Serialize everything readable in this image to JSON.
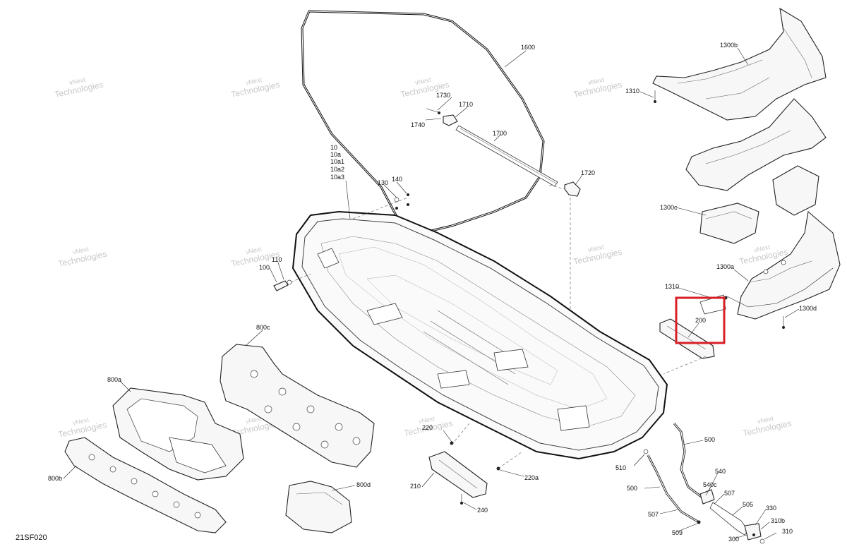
{
  "diagram": {
    "code": "21SF020",
    "watermark": {
      "line1": "vNext",
      "line2": "Technologies"
    },
    "highlight_color": "#d81f26",
    "labels": {
      "l1600": "1600",
      "l1730": "1730",
      "l1710": "1710",
      "l1740": "1740",
      "l1700": "1700",
      "l1720": "1720",
      "l10": "10",
      "l10a": "10a",
      "l10a1": "10a1",
      "l10a2": "10a2",
      "l10a3": "10a3",
      "l130": "130",
      "l140": "140",
      "l110": "110",
      "l100": "100",
      "l1300b": "1300b",
      "l1310a": "1310",
      "l1300c": "1300c",
      "l1300a": "1300a",
      "l1310b": "1310",
      "l1300d": "1300d",
      "l200": "200",
      "l800c": "800c",
      "l800a": "800a",
      "l800b": "800b",
      "l800d": "800d",
      "l220": "220",
      "l210": "210",
      "l220a": "220a",
      "l240": "240",
      "l500a": "500",
      "l510": "510",
      "l500b": "500",
      "l540": "540",
      "l540c": "540c",
      "l507a": "507",
      "l507b": "507",
      "l505": "505",
      "l330": "330",
      "l310b": "310b",
      "l310": "310",
      "l300": "300",
      "l509": "509"
    }
  }
}
